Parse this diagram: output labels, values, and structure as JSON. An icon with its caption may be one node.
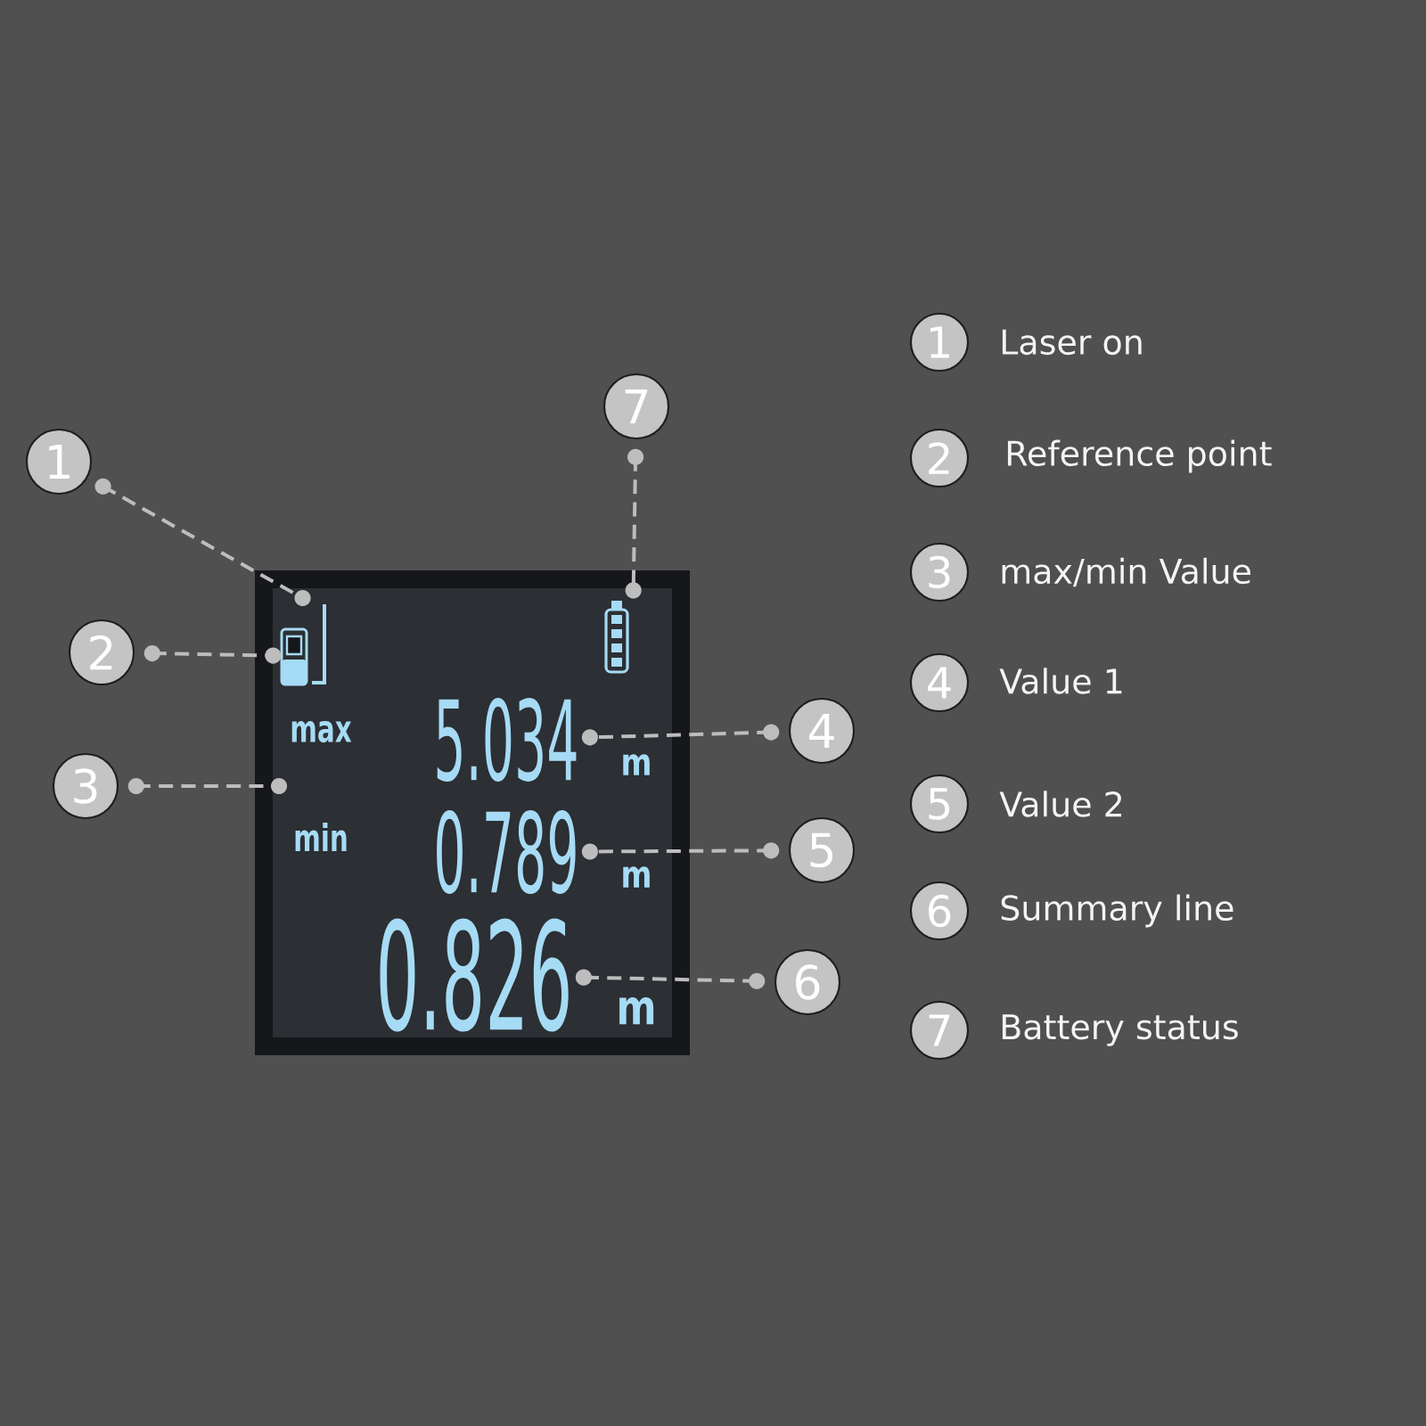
{
  "diagram": {
    "nodes": [
      {
        "text": [
          "1"
        ]
      },
      {
        "text": [
          "2"
        ]
      },
      {
        "text": [
          "3"
        ]
      },
      {
        "text": [
          "4"
        ]
      },
      {
        "text": [
          "5"
        ]
      },
      {
        "text": [
          "6"
        ]
      },
      {
        "text": [
          "7"
        ]
      },
      {
        "text": [],
        "shape": "box"
      },
      {
        "text": [],
        "shape": "picture",
        "in": 7
      },
      {
        "text": [],
        "shape": "picture",
        "in": 7
      },
      {
        "text": [],
        "shape": "picture",
        "in": 7
      },
      {
        "text": [
          "max",
          "min"
        ],
        "in": 7
      },
      {
        "text": [
          "5.034"
        ],
        "beside": [
          "m"
        ],
        "in": 7
      },
      {
        "text": [
          "0.789"
        ],
        "beside": [
          "m"
        ],
        "in": 7
      },
      {
        "text": [
          "0.826"
        ],
        "beside": [
          "m"
        ],
        "in": 7
      },
      {
        "text": [
          "1"
        ],
        "beside": [
          "Laser on"
        ]
      },
      {
        "text": [
          "2"
        ],
        "beside": [
          "Reference point"
        ]
      },
      {
        "text": [
          "3"
        ],
        "beside": [
          "max/min Value"
        ]
      },
      {
        "text": [
          "4"
        ],
        "beside": [
          "Value 1"
        ]
      },
      {
        "text": [
          "5"
        ],
        "beside": [
          "Value 2"
        ]
      },
      {
        "text": [
          "6"
        ],
        "beside": [
          "Summary line"
        ]
      },
      {
        "text": [
          "7"
        ],
        "beside": [
          "Battery status"
        ]
      }
    ],
    "edges": [
      {
        "from": 0,
        "to": 9,
        "arrow": "other",
        "style": "dashed"
      },
      {
        "from": 1,
        "to": 8,
        "arrow": "other",
        "style": "dashed"
      },
      {
        "from": 2,
        "to": 11,
        "arrow": "other",
        "style": "dashed"
      },
      {
        "from": 3,
        "to": 12,
        "arrow": "other",
        "style": "dashed"
      },
      {
        "from": 4,
        "to": 13,
        "arrow": "other",
        "style": "dashed"
      },
      {
        "from": 5,
        "to": 14,
        "arrow": "other",
        "style": "dashed"
      },
      {
        "from": 6,
        "to": 10,
        "arrow": "other",
        "style": "dashed"
      }
    ]
  }
}
